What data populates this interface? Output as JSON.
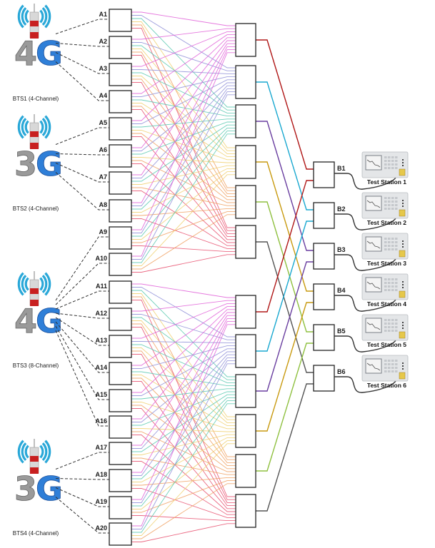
{
  "bts": [
    {
      "label": "BTS1 (4-Channel)",
      "gen_digit": "4",
      "gen_letter": "G",
      "ports": [
        "A1",
        "A2",
        "A3",
        "A4"
      ]
    },
    {
      "label": "BTS2 (4-Channel)",
      "gen_digit": "3",
      "gen_letter": "G",
      "ports": [
        "A5",
        "A6",
        "A7",
        "A8"
      ]
    },
    {
      "label": "BTS3 (8-Channel)",
      "gen_digit": "4",
      "gen_letter": "G",
      "ports": [
        "A9",
        "A10",
        "A11",
        "A12",
        "A13",
        "A14",
        "A15",
        "A16"
      ]
    },
    {
      "label": "BTS4 (4-Channel)",
      "gen_digit": "3",
      "gen_letter": "G",
      "ports": [
        "A17",
        "A18",
        "A19",
        "A20"
      ]
    }
  ],
  "a_ports": [
    "A1",
    "A2",
    "A3",
    "A4",
    "A5",
    "A6",
    "A7",
    "A8",
    "A9",
    "A10",
    "A11",
    "A12",
    "A13",
    "A14",
    "A15",
    "A16",
    "A17",
    "A18",
    "A19",
    "A20"
  ],
  "switch_banks": [
    {
      "name": "bank-1",
      "count": 6
    },
    {
      "name": "bank-2",
      "count": 6
    }
  ],
  "b_ports": [
    "B1",
    "B2",
    "B3",
    "B4",
    "B5",
    "B6"
  ],
  "test_stations": [
    "Test Station 1",
    "Test Station 2",
    "Test Station 3",
    "Test Station 4",
    "Test Station 5",
    "Test Station 6"
  ],
  "colors": {
    "fan": [
      "#e060d8",
      "#8f8fd8",
      "#59c9b0",
      "#f0d070",
      "#f0a060",
      "#e8506e"
    ],
    "bus": [
      "#b01818",
      "#1aa8d0",
      "#6a3fa0",
      "#c89a10",
      "#8fc040",
      "#555555"
    ],
    "box_stroke": "#222222",
    "dash": "#333333",
    "signal_arc": "#2aa8d8",
    "gen_digit": "#9a9a9a",
    "gen_letter": "#2f7fd8",
    "tower_red": "#c82020"
  }
}
